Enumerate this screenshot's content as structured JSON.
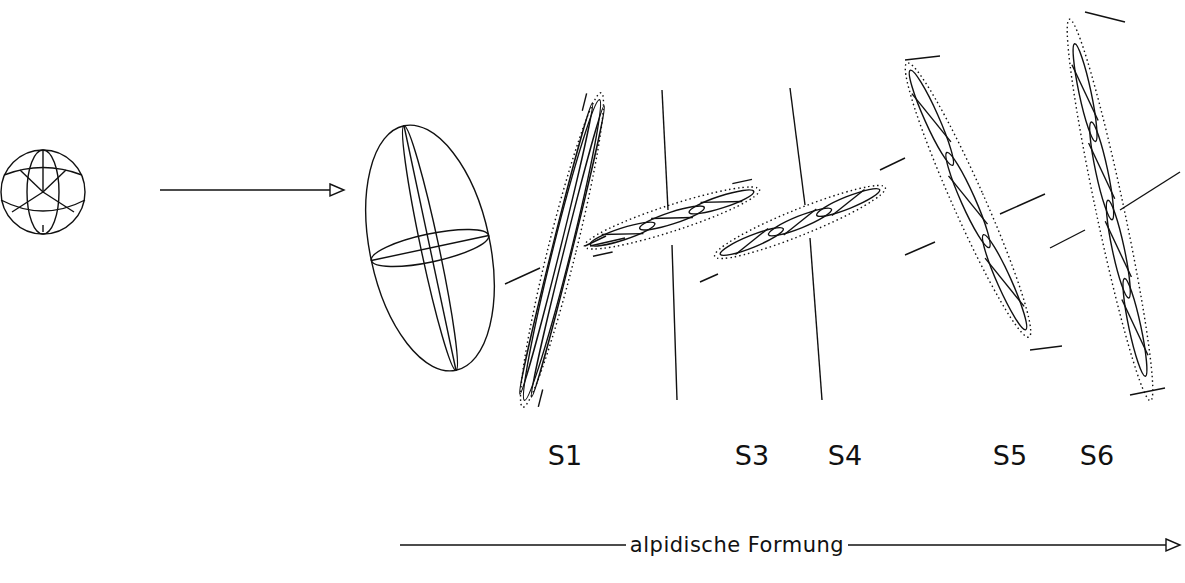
{
  "diagram": {
    "labels": [
      "S1",
      "S3",
      "S4",
      "S5",
      "S6",
      "alpidische Formung"
    ]
  }
}
